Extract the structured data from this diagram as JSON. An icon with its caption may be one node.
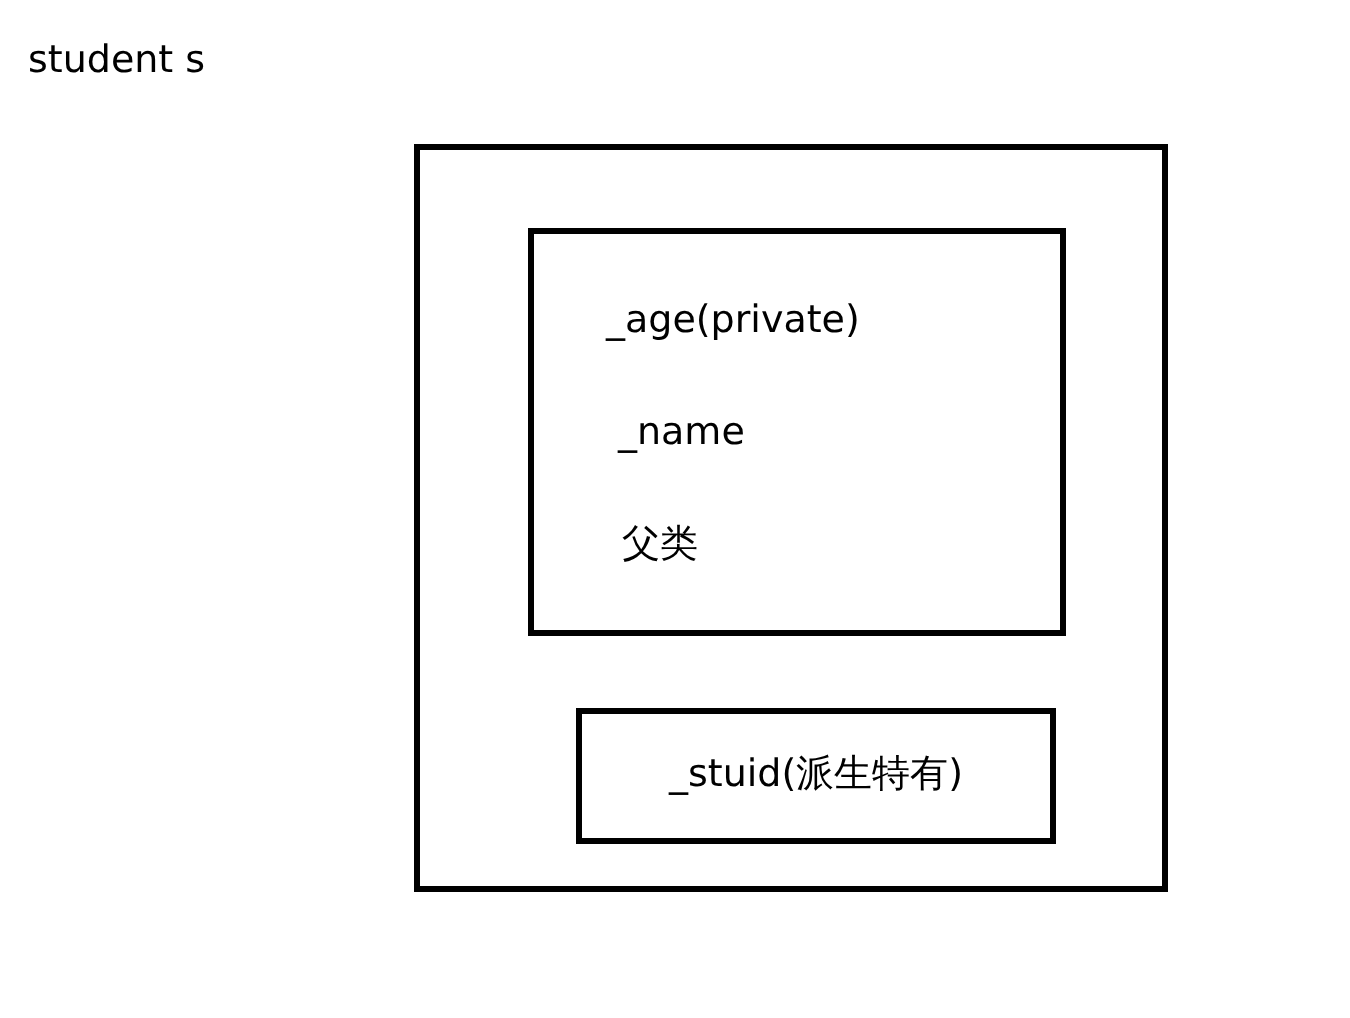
{
  "diagram": {
    "nodes": [
      {
        "text": [],
        "shape": "box"
      },
      {
        "text": [
          "_age(private)",
          "_name",
          "父类"
        ],
        "in": 0
      },
      {
        "text": [
          "_stuid(派生特有)"
        ],
        "in": 0
      }
    ],
    "labels": [
      "student s"
    ]
  }
}
